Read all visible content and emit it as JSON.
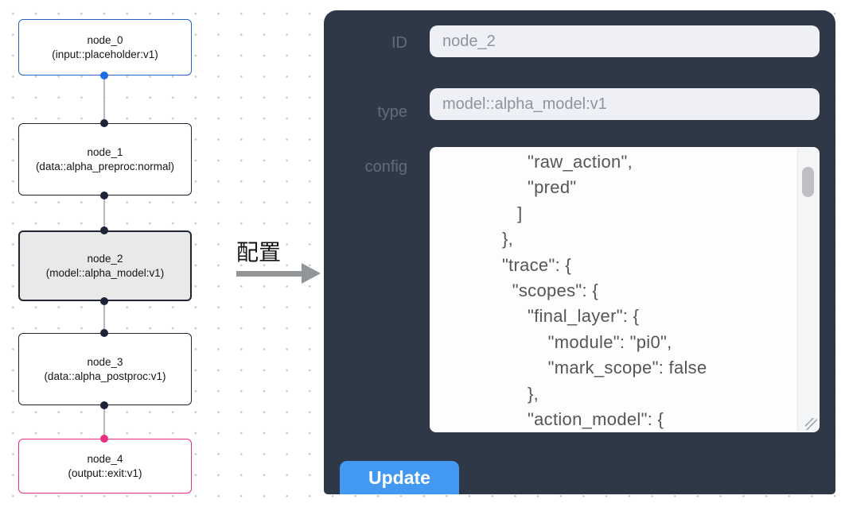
{
  "canvas": {
    "arrow_label": "配置",
    "nodes": [
      {
        "id": "node_0",
        "type_label": "(input::placeholder:v1)",
        "variant": "input-blue"
      },
      {
        "id": "node_1",
        "type_label": "(data::alpha_preproc:normal)",
        "variant": "default"
      },
      {
        "id": "node_2",
        "type_label": "(model::alpha_model:v1)",
        "variant": "selected"
      },
      {
        "id": "node_3",
        "type_label": "(data::alpha_postproc:v1)",
        "variant": "default"
      },
      {
        "id": "node_4",
        "type_label": "(output::exit:v1)",
        "variant": "output-pink"
      }
    ]
  },
  "panel": {
    "fields": [
      {
        "label": "ID",
        "value": "node_2"
      },
      {
        "label": "type",
        "value": "model::alpha_model:v1"
      },
      {
        "label": "config"
      }
    ],
    "config_text": "                 \"raw_action\",\n                 \"pred\"\n               ]\n            },\n            \"trace\": {\n              \"scopes\": {\n                 \"final_layer\": {\n                     \"module\": \"pi0\",\n                     \"mark_scope\": false\n                 },\n                 \"action_model\": {",
    "update_label": "Update"
  },
  "colors": {
    "panel_bg": "#2e3847",
    "input_bg": "#eef0f5",
    "update_button": "#4399f2",
    "node_selected_bg": "#e9e9ea",
    "node_input_border": "#2563c8",
    "node_output_border": "#ea2e83",
    "handle_blue": "#1a6ce8",
    "handle_dark": "#1c2438",
    "handle_pink": "#ea2e83",
    "edge_gray": "#b7babf",
    "arrow_gray": "#939699"
  }
}
